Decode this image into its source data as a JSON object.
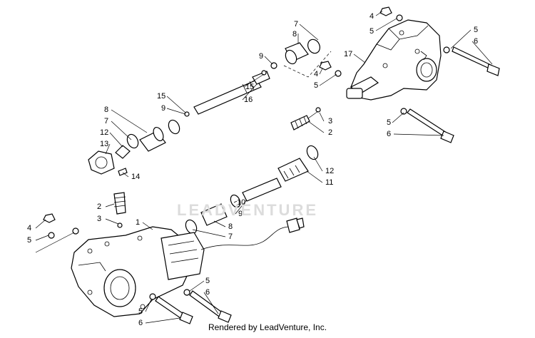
{
  "watermark": {
    "text": "LEADVENTURE"
  },
  "footer": {
    "text": "Rendered by LeadVenture, Inc."
  },
  "callouts": [
    {
      "id": "c1",
      "label": "4"
    },
    {
      "id": "c2",
      "label": "5"
    },
    {
      "id": "c3",
      "label": "7"
    },
    {
      "id": "c4",
      "label": "8"
    },
    {
      "id": "c5",
      "label": "5"
    },
    {
      "id": "c6",
      "label": "6"
    },
    {
      "id": "c7",
      "label": "17"
    },
    {
      "id": "c8",
      "label": "9"
    },
    {
      "id": "c9",
      "label": "4"
    },
    {
      "id": "c10",
      "label": "5"
    },
    {
      "id": "c11",
      "label": "15"
    },
    {
      "id": "c12",
      "label": "16"
    },
    {
      "id": "c13",
      "label": "15"
    },
    {
      "id": "c14",
      "label": "9"
    },
    {
      "id": "c15",
      "label": "8"
    },
    {
      "id": "c16",
      "label": "7"
    },
    {
      "id": "c17",
      "label": "12"
    },
    {
      "id": "c18",
      "label": "13"
    },
    {
      "id": "c19",
      "label": "3"
    },
    {
      "id": "c20",
      "label": "2"
    },
    {
      "id": "c21",
      "label": "5"
    },
    {
      "id": "c22",
      "label": "6"
    },
    {
      "id": "c23",
      "label": "14"
    },
    {
      "id": "c24",
      "label": "12"
    },
    {
      "id": "c25",
      "label": "11"
    },
    {
      "id": "c26",
      "label": "2"
    },
    {
      "id": "c27",
      "label": "3"
    },
    {
      "id": "c28",
      "label": "10"
    },
    {
      "id": "c29",
      "label": "9"
    },
    {
      "id": "c30",
      "label": "1"
    },
    {
      "id": "c31",
      "label": "8"
    },
    {
      "id": "c32",
      "label": "7"
    },
    {
      "id": "c33",
      "label": "4"
    },
    {
      "id": "c34",
      "label": "5"
    },
    {
      "id": "c35",
      "label": "5"
    },
    {
      "id": "c36",
      "label": "6"
    },
    {
      "id": "c37",
      "label": "5"
    },
    {
      "id": "c38",
      "label": "6"
    }
  ]
}
